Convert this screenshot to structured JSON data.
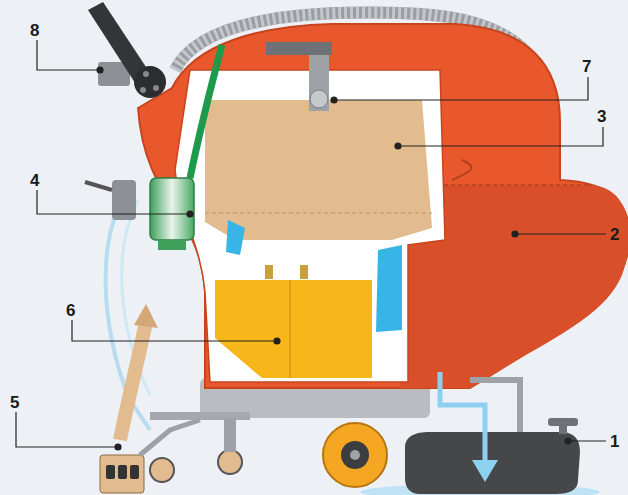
{
  "diagram": {
    "labels": [
      "8",
      "7",
      "3",
      "4",
      "2",
      "6",
      "5",
      "1"
    ]
  }
}
